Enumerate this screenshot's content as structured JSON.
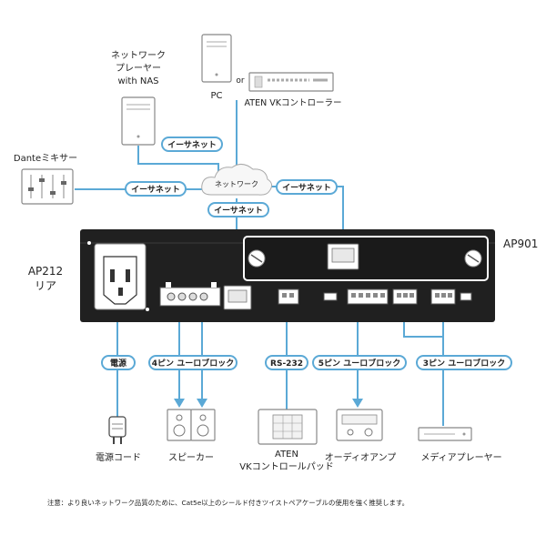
{
  "labels": {
    "network_player": [
      "ネットワーク",
      "プレーヤー",
      "with NAS"
    ],
    "pc": "PC",
    "or": "or",
    "vk_controller": "ATEN VKコントローラー",
    "dante_mixer": "Danteミキサー",
    "network": "ネットワーク",
    "ap212": [
      "AP212",
      "リア"
    ],
    "ap901": "AP901",
    "power_cord": "電源コード",
    "speaker": "スピーカー",
    "vk_pad": [
      "ATEN",
      "VKコントロールパッド"
    ],
    "audio_amp": "オーディオアンプ",
    "media_player": "メディアプレーヤー"
  },
  "connections": {
    "ethernet_top": "イーサネット",
    "ethernet_left": "イーサネット",
    "ethernet_right": "イーサネット",
    "ethernet_down": "イーサネット",
    "power": "電源",
    "euro4": "4ピン ユーロブロック",
    "rs232": "RS-232",
    "euro5": "5ピン ユーロブロック",
    "euro3": "3ピン ユーロブロック"
  },
  "note": "注意：より良いネットワーク品質のために、Cat5e以上のシールド付きツイストペアケーブルの使用を強く推奨します。",
  "colors": {
    "connection": "#5ba9d6",
    "chassis": "#202020"
  }
}
